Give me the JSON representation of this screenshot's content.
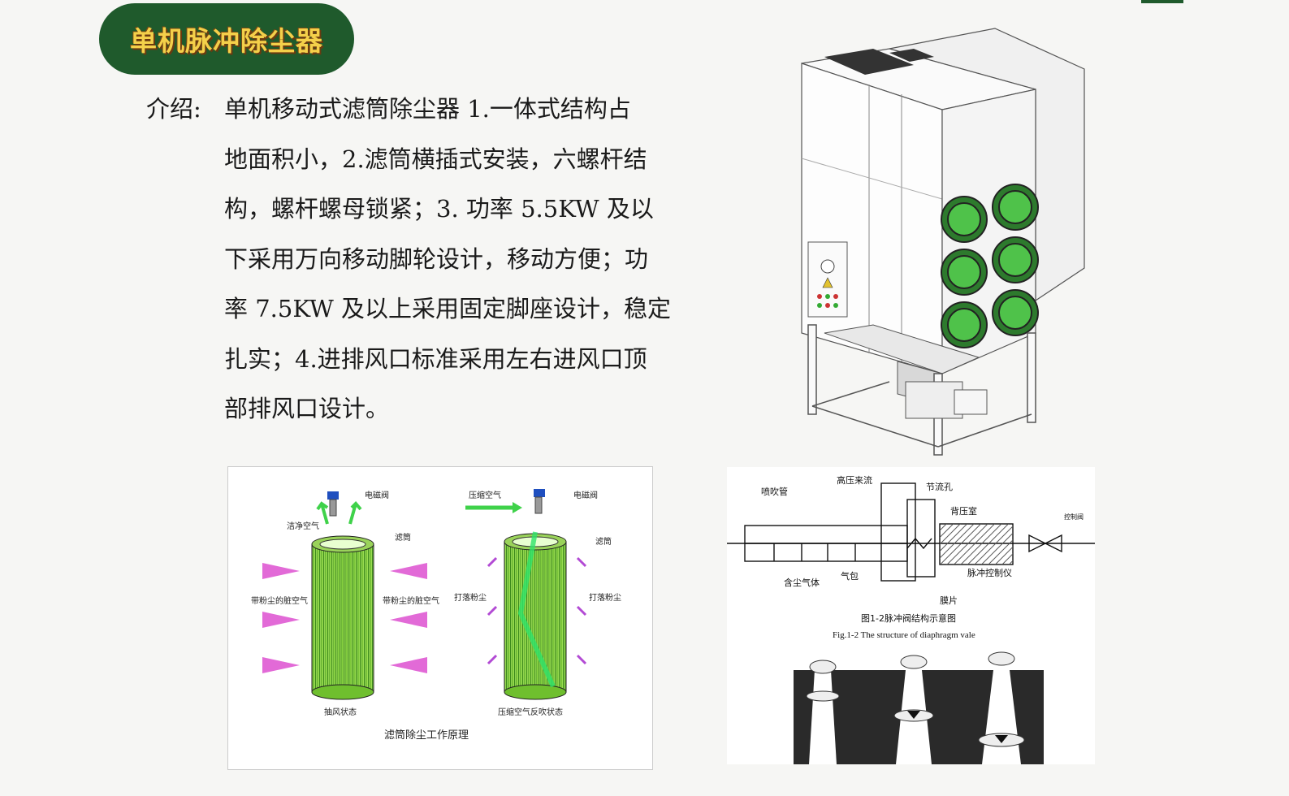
{
  "title": "单机脉冲除尘器",
  "intro": {
    "label": "介绍:",
    "lines": [
      "单机移动式滤筒除尘器 1.一体式结构占",
      "地面积小，2.滤筒横插式安装，六螺杆结",
      "构，螺杆螺母锁紧；3. 功率 5.5KW 及以",
      "下采用万向移动脚轮设计，移动方便；功",
      "率 7.5KW 及以上采用固定脚座设计，稳定",
      "扎实；4.进排风口标准采用左右进风口顶",
      "部排风口设计。"
    ]
  },
  "figure_filter": {
    "caption": "滤筒除尘工作原理",
    "left_state": "抽风状态",
    "right_state": "压缩空气反吹状态",
    "labels": {
      "valve_left": "电磁阀",
      "valve_right": "电磁阀",
      "clean_air": "洁净空气",
      "compressed_air": "压缩空气",
      "cartridge_left": "滤筒",
      "cartridge_right": "滤筒",
      "dusty_air_left": "带粉尘的脏空气",
      "dusty_air_right": "带粉尘的脏空气",
      "knock_dust_left": "打落粉尘",
      "knock_dust_right": "打落粉尘"
    }
  },
  "figure_valve": {
    "caption_cn": "图1-2脉冲阀结构示意图",
    "caption_en": "Fig.1-2 The structure of diaphragm vale",
    "labels": {
      "blow_pipe": "喷吹管",
      "high_pressure": "高压来流",
      "throttle_hole": "节流孔",
      "back_pressure": "背压室",
      "control_valve": "控制阀",
      "dusty_gas": "含尘气体",
      "air_bag": "气包",
      "diaphragm": "膜片",
      "pulse_controller": "脉冲控制仪"
    }
  },
  "colors": {
    "brand_green": "#1f5a2c",
    "title_yellow": "#f4d04a",
    "filter_green": "#3fae3a"
  }
}
